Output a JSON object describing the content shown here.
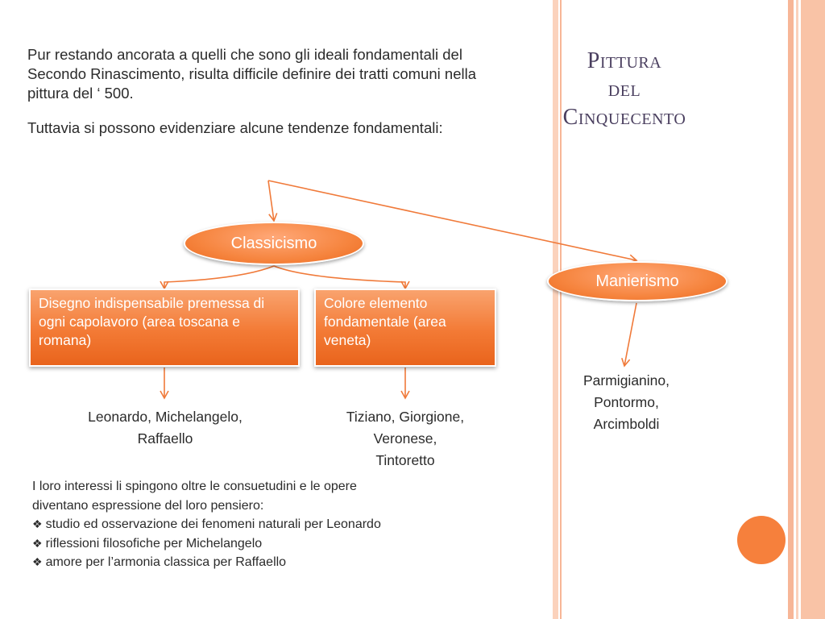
{
  "title": {
    "line1": "Pittura",
    "line2": "del",
    "line3": "Cinquecento"
  },
  "intro": {
    "paragraph1": "Pur restando ancorata a quelli che sono gli ideali fondamentali del Secondo Rinascimento, risulta difficile definire dei tratti comuni  nella pittura del ‘ 500.",
    "paragraph2": "Tuttavia si possono evidenziare alcune tendenze fondamentali:"
  },
  "nodes": {
    "classicismo": "Classicismo",
    "manierismo": "Manierismo",
    "disegno": "Disegno indispensabile premessa di ogni capolavoro (area toscana e romana)",
    "colore": "Colore elemento fondamentale (area veneta)"
  },
  "artists": {
    "toscana": [
      "Leonardo, Michelangelo,",
      "Raffaello"
    ],
    "veneta": [
      "Tiziano, Giorgione,",
      "Veronese,",
      "Tintoretto"
    ],
    "manierismo": [
      "Parmigianino,",
      "Pontormo,",
      "Arcimboldi"
    ]
  },
  "bottom": {
    "line1": "I loro interessi li spingono oltre le consuetudini  e le opere",
    "line2": "diventano espressione del loro pensiero:",
    "bullet_icon": "diamond-bullet-icon",
    "bullet_symbol": "❖",
    "bullets": [
      "studio ed osservazione dei fenomeni naturali per Leonardo",
      "riflessioni filosofiche per Michelangelo",
      "amore per l’armonia classica per Raffaello"
    ]
  },
  "colors": {
    "accent": "#f6803c",
    "stripe": "#f9c3a6",
    "title": "#4a3f5f",
    "arrow": "#f07a3a"
  }
}
